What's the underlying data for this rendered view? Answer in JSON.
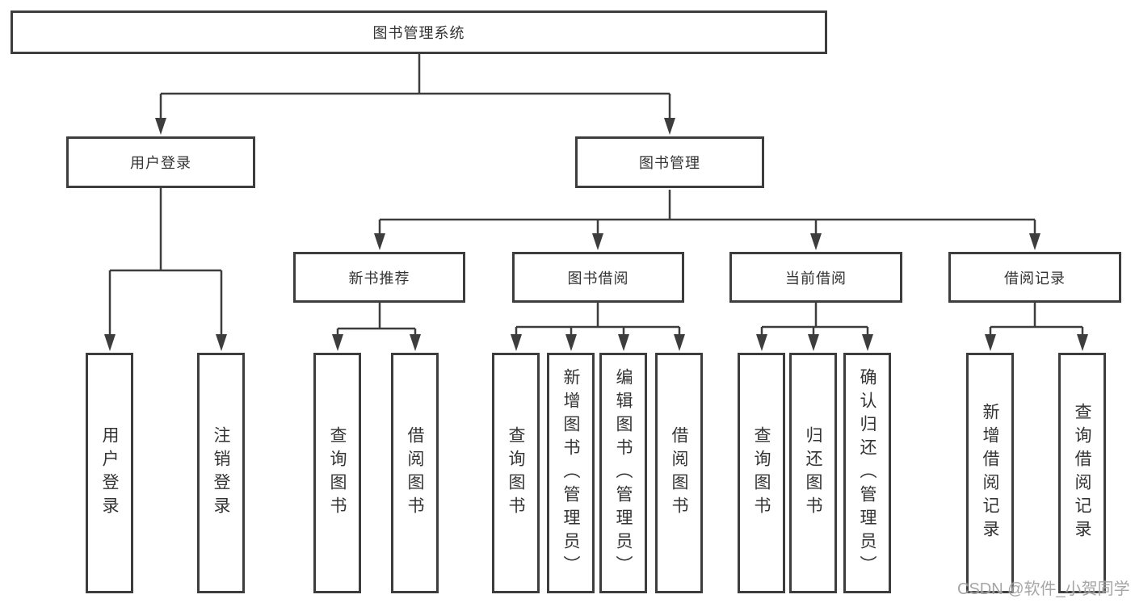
{
  "page": {
    "background": "#ffffff",
    "watermark": "CSDN @软件_小贺同学"
  },
  "colors": {
    "line": "#3d3d3d",
    "box_border": "#3d3d3d",
    "box_fill": "#ffffff",
    "text": "#333333",
    "watermark": "#969696"
  },
  "tree": {
    "root": "图书管理系统",
    "level2": [
      "用户登录",
      "图书管理"
    ],
    "level3": [
      "新书推荐",
      "图书借阅",
      "当前借阅",
      "借阅记录"
    ],
    "leaves": {
      "user_login": [
        "用户登录",
        "注销登录"
      ],
      "new_book_rec": [
        "查询图书",
        "借阅图书"
      ],
      "book_borrow": [
        "查询图书",
        "新增图书（管理员）",
        "编辑图书（管理员）",
        "借阅图书"
      ],
      "current_borrow": [
        "查询图书",
        "归还图书",
        "确认归还（管理员）"
      ],
      "borrow_records": [
        "新增借阅记录",
        "查询借阅记录"
      ]
    }
  }
}
